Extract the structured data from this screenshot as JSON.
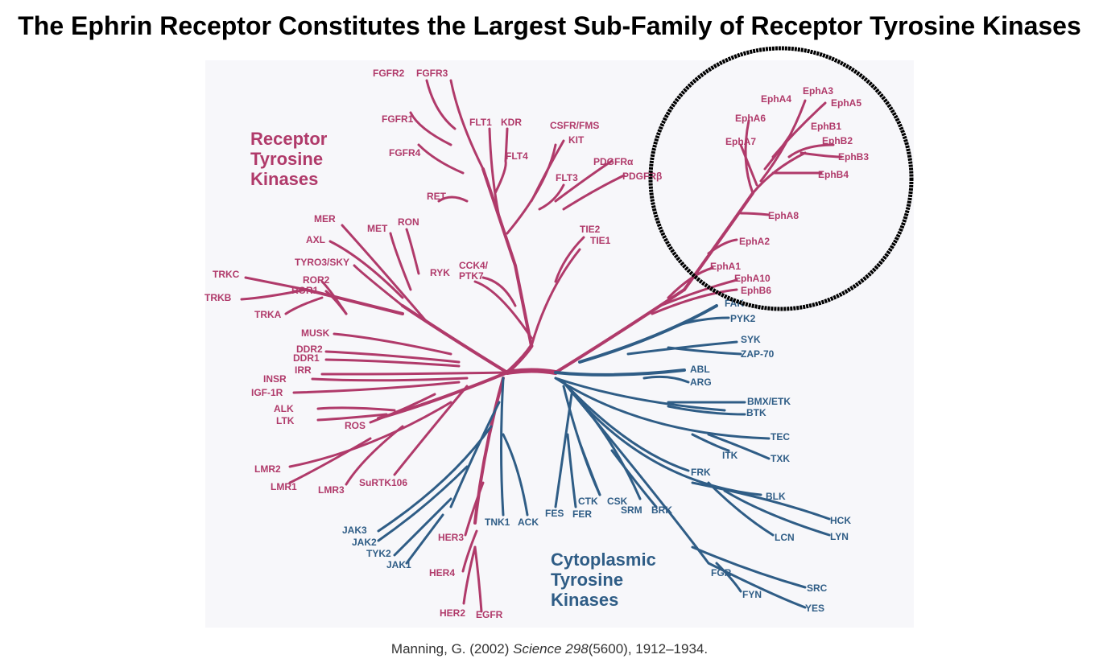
{
  "title": "The Ephrin Receptor Constitutes the Largest Sub-Family of Receptor Tyrosine Kinases",
  "colors": {
    "receptor": "#b03a6a",
    "cytoplasmic": "#2f5d86",
    "circle": "#000000"
  },
  "groups": {
    "receptor": [
      "Receptor",
      "Tyrosine",
      "Kinases"
    ],
    "cytoplasmic": [
      "Cytoplasmic",
      "Tyrosine",
      "Kinases"
    ]
  },
  "labels": {
    "fgfr2": "FGFR2",
    "fgfr3": "FGFR3",
    "fgfr1": "FGFR1",
    "fgfr4": "FGFR4",
    "ret": "RET",
    "flt1": "FLT1",
    "kdr": "KDR",
    "flt4": "FLT4",
    "csfr": "CSFR/FMS",
    "kit": "KIT",
    "flt3": "FLT3",
    "pdgfra": "PDGFRα",
    "pdgfrb": "PDGFRβ",
    "tie2": "TIE2",
    "tie1": "TIE1",
    "cck4": "CCK4/",
    "ptk7": "PTK7",
    "ryk": "RYK",
    "mer": "MER",
    "axl": "AXL",
    "met": "MET",
    "ron": "RON",
    "tyro3": "TYRO3/SKY",
    "trkc": "TRKC",
    "trkb": "TRKB",
    "trka": "TRKA",
    "ror2": "ROR2",
    "ror1": "ROR1",
    "musk": "MUSK",
    "ddr2": "DDR2",
    "ddr1": "DDR1",
    "irr": "IRR",
    "insr": "INSR",
    "igf1r": "IGF-1R",
    "alk": "ALK",
    "ltk": "LTK",
    "ros": "ROS",
    "lmr2": "LMR2",
    "lmr1": "LMR1",
    "lmr3": "LMR3",
    "surtk106": "SuRTK106",
    "her3": "HER3",
    "her4": "HER4",
    "her2": "HER2",
    "egfr": "EGFR",
    "epha4": "EphA4",
    "epha3": "EphA3",
    "epha5": "EphA5",
    "epha6": "EphA6",
    "ephb1": "EphB1",
    "epha7": "EphA7",
    "ephb2": "EphB2",
    "ephb3": "EphB3",
    "ephb4": "EphB4",
    "epha8": "EphA8",
    "epha2": "EphA2",
    "epha1": "EphA1",
    "epha10": "EphA10",
    "ephb6": "EphB6",
    "fak": "FAK",
    "pyk2": "PYK2",
    "syk": "SYK",
    "zap70": "ZAP-70",
    "abl": "ABL",
    "arg": "ARG",
    "bmx": "BMX/ETK",
    "btk": "BTK",
    "tec": "TEC",
    "itk": "ITK",
    "txk": "TXK",
    "frk": "FRK",
    "blk": "BLK",
    "hck": "HCK",
    "lcn": "LCN",
    "lyn": "LYN",
    "fgr": "FGR",
    "fyn": "FYN",
    "src": "SRC",
    "yes": "YES",
    "srm": "SRM",
    "brk": "BRK",
    "ctk": "CTK",
    "csk": "CSK",
    "fes": "FES",
    "fer": "FER",
    "tnk1": "TNK1",
    "ack": "ACK",
    "jak3": "JAK3",
    "jak2": "JAK2",
    "tyk2": "TYK2",
    "jak1": "JAK1"
  },
  "citation": {
    "prefix": "Manning, G. (2002) ",
    "journal": "Science 298",
    "suffix": "(5600), 1912–1934."
  }
}
